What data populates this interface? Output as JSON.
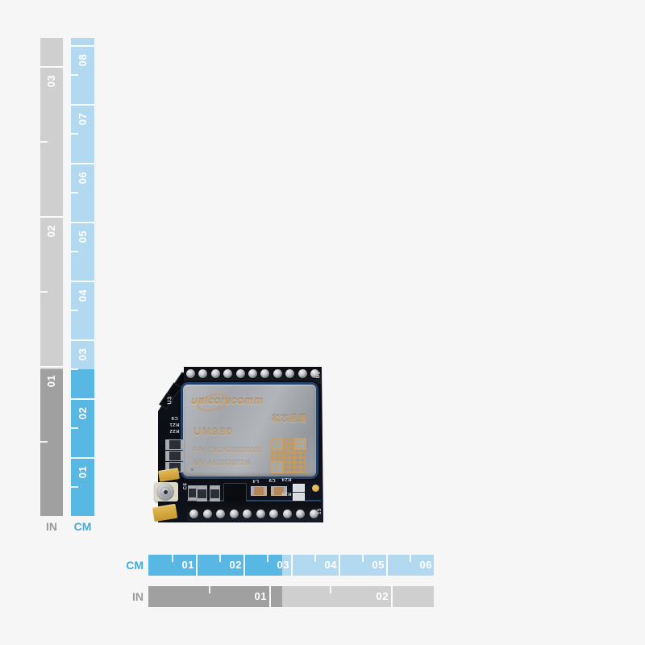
{
  "left_ruler": {
    "cm": {
      "unit": "CM",
      "labels": [
        "08",
        "07",
        "06",
        "05",
        "04",
        "03",
        "02",
        "01"
      ]
    },
    "in": {
      "unit": "IN",
      "labels": [
        "03",
        "02",
        "01"
      ]
    }
  },
  "bottom_ruler": {
    "cm": {
      "unit": "CM",
      "labels": [
        "01",
        "02",
        "03",
        "04",
        "05",
        "06"
      ]
    },
    "in": {
      "unit": "IN",
      "labels": [
        "01",
        "02"
      ]
    }
  },
  "board": {
    "shield": {
      "brand": "unicorecomm",
      "brand_cn": "和芯星通",
      "model": "UM980",
      "part_number": "P/N: 23104150000001",
      "serial_number": "S/N: A6224207006"
    },
    "silkscreen": {
      "u3": "U3",
      "u1": "U1",
      "c8": "C8",
      "r21": "R21",
      "r22": "R22",
      "c6": "C6",
      "l4": "L4",
      "c9": "C9",
      "r24": "R24",
      "r25": "R25",
      "pin15": "15"
    }
  },
  "colors": {
    "background": "#f6f6f6",
    "cm_light": "#b2d9f0",
    "cm_dark": "#58b7e3",
    "in_light": "#cfcfcf",
    "in_dark": "#a0a0a0",
    "cm_unit_text": "#3fadde",
    "in_unit_text": "#9a9a9a",
    "ruler_number_text": "#ffffff",
    "pcb": "#10131c",
    "shield_engraving": "#c59e6b"
  }
}
